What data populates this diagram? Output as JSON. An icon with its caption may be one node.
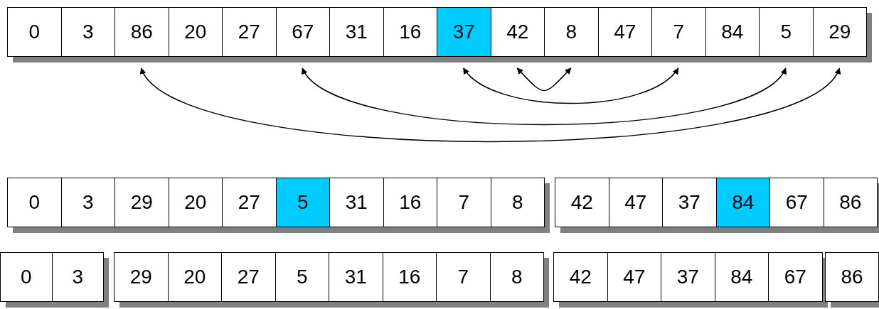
{
  "diagram": {
    "nodes": [
      {
        "text": [
          "0"
        ]
      },
      {
        "text": [
          "3"
        ]
      },
      {
        "text": [
          "86"
        ]
      },
      {
        "text": [
          "20"
        ]
      },
      {
        "text": [
          "27"
        ]
      },
      {
        "text": [
          "67"
        ]
      },
      {
        "text": [
          "31"
        ]
      },
      {
        "text": [
          "16"
        ]
      },
      {
        "text": [
          "37"
        ]
      },
      {
        "text": [
          "42"
        ]
      },
      {
        "text": [
          "8"
        ]
      },
      {
        "text": [
          "47"
        ]
      },
      {
        "text": [
          "7"
        ]
      },
      {
        "text": [
          "84"
        ]
      },
      {
        "text": [
          "5"
        ]
      },
      {
        "text": [
          "29"
        ]
      },
      {
        "text": [
          "0"
        ]
      },
      {
        "text": [
          "3"
        ]
      },
      {
        "text": [
          "29"
        ]
      },
      {
        "text": [
          "20"
        ]
      },
      {
        "text": [
          "27"
        ]
      },
      {
        "text": [
          "5"
        ]
      },
      {
        "text": [
          "31"
        ]
      },
      {
        "text": [
          "16"
        ]
      },
      {
        "text": [
          "7"
        ]
      },
      {
        "text": [
          "8"
        ]
      },
      {
        "text": [
          "42"
        ]
      },
      {
        "text": [
          "47"
        ]
      },
      {
        "text": [
          "37"
        ]
      },
      {
        "text": [
          "84"
        ]
      },
      {
        "text": [
          "67"
        ]
      },
      {
        "text": [
          "86"
        ]
      },
      {
        "text": [
          "0"
        ]
      },
      {
        "text": [
          "3"
        ]
      },
      {
        "text": [
          "29"
        ]
      },
      {
        "text": [
          "20"
        ]
      },
      {
        "text": [
          "27"
        ]
      },
      {
        "text": [
          "5"
        ]
      },
      {
        "text": [
          "31"
        ]
      },
      {
        "text": [
          "16"
        ]
      },
      {
        "text": [
          "7"
        ]
      },
      {
        "text": [
          "8"
        ]
      },
      {
        "text": [
          "42"
        ]
      },
      {
        "text": [
          "47"
        ]
      },
      {
        "text": [
          "37"
        ]
      },
      {
        "text": [
          "84"
        ]
      },
      {
        "text": [
          "67"
        ]
      },
      {
        "text": [
          "86"
        ]
      }
    ],
    "edges": [
      {
        "from": 2,
        "to": 15,
        "arrow": "both"
      },
      {
        "from": 5,
        "to": 14,
        "arrow": "both"
      },
      {
        "from": 8,
        "to": 12,
        "arrow": "both"
      },
      {
        "from": 9,
        "to": 10,
        "arrow": "both"
      }
    ]
  }
}
